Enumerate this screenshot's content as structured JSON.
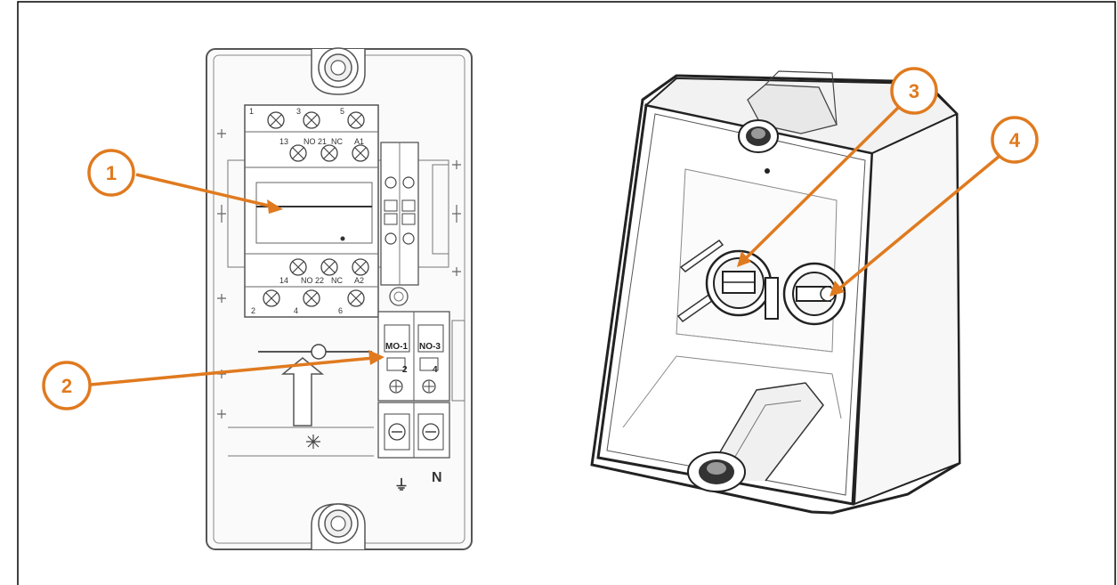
{
  "frame": {
    "border_color": "#000000"
  },
  "colors": {
    "accent": "#e07a1f",
    "line": "#555555",
    "fill_light": "#f4f4f4"
  },
  "callouts": [
    {
      "id": "1",
      "label": "1"
    },
    {
      "id": "2",
      "label": "2"
    },
    {
      "id": "3",
      "label": "3"
    },
    {
      "id": "4",
      "label": "4"
    }
  ],
  "contactor_labels": {
    "top_a": "1",
    "top_b": "3",
    "top_c": "5",
    "top_row1": "13",
    "top_row2": "NO 21",
    "top_row3": "NC",
    "top_row4": "A1",
    "bot_row1": "14",
    "bot_row2": "NO 22",
    "bot_row3": "NC",
    "bot_row4": "A2",
    "bot_a": "2",
    "bot_b": "4",
    "bot_c": "6"
  },
  "aux_labels": {
    "left_top": "MO-1",
    "right_top": "NO-3",
    "left_num": "2",
    "right_num": "4"
  },
  "ground_label": "⏚",
  "neutral_label": "N"
}
